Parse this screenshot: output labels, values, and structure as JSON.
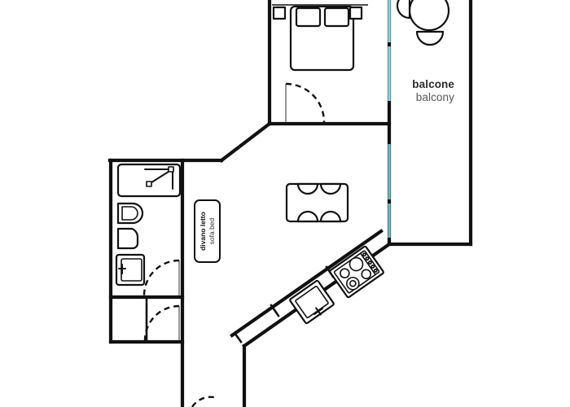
{
  "plan": {
    "title": "apartment-floor-plan",
    "background_color": "#ffffff",
    "wall_color": "#111111",
    "glazing_color": "#8ed2dc",
    "labels": {
      "balcony": {
        "italian": "balcone",
        "english": "balcony"
      },
      "sofa_bed": {
        "italian": "divano letto",
        "english": "sofa bed"
      }
    },
    "rooms": [
      {
        "name": "bedroom",
        "label_it": "",
        "label_en": ""
      },
      {
        "name": "living-dining",
        "label_it": "",
        "label_en": ""
      },
      {
        "name": "kitchen",
        "label_it": "",
        "label_en": ""
      },
      {
        "name": "bathroom",
        "label_it": "",
        "label_en": ""
      },
      {
        "name": "closet",
        "label_it": "",
        "label_en": ""
      },
      {
        "name": "balcony",
        "label_it": "balcone",
        "label_en": "balcony"
      }
    ],
    "fixtures": [
      {
        "name": "double-bed",
        "count": 1
      },
      {
        "name": "pillow",
        "count": 2
      },
      {
        "name": "nightstand",
        "count": 2
      },
      {
        "name": "dining-table",
        "count": 1
      },
      {
        "name": "dining-chair",
        "count": 4
      },
      {
        "name": "kitchen-sink",
        "count": 1
      },
      {
        "name": "cooktop",
        "count": 1
      },
      {
        "name": "shower",
        "count": 1
      },
      {
        "name": "bidet",
        "count": 1
      },
      {
        "name": "toilet",
        "count": 1
      },
      {
        "name": "bathroom-sink",
        "count": 1
      },
      {
        "name": "balcony-table",
        "count": 1
      },
      {
        "name": "balcony-chair",
        "count": 2
      },
      {
        "name": "sofa-bed",
        "count": 1
      },
      {
        "name": "door",
        "count": 4
      }
    ]
  }
}
